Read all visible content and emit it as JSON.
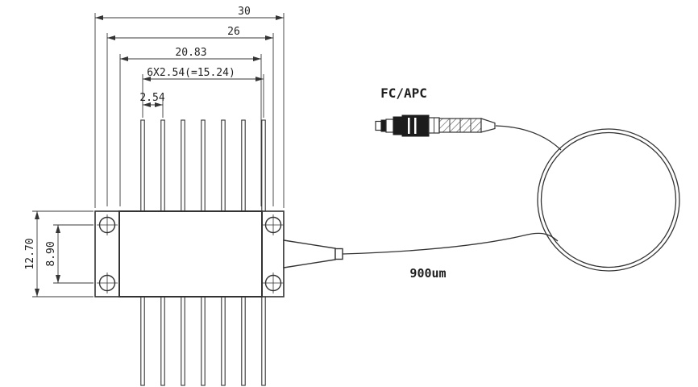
{
  "diagram": {
    "type": "technical-drawing",
    "subject": "butterfly package with FC/APC fiber pigtail",
    "dimensions": {
      "overall_width": "30",
      "mount_hole_span": "26",
      "body_width": "20.83",
      "pin_row_span": "6X2.54(=15.24)",
      "pin_pitch": "2.54",
      "body_height": "12.70",
      "mount_hole_spacing": "8.90"
    },
    "labels": {
      "connector_type": "FC/APC",
      "fiber_jacket": "900um"
    },
    "colors": {
      "line": "#333333",
      "background": "#ffffff"
    }
  }
}
